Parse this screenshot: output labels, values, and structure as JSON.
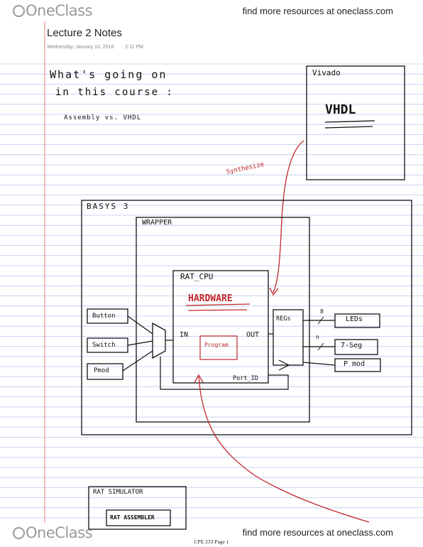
{
  "header": {
    "logo_text": "OneClass",
    "resources_text": "find more resources at oneclass.com"
  },
  "note": {
    "title": "Lecture 2 Notes",
    "date": "Wednesday, January 10, 2018",
    "time": "2:11 PM"
  },
  "handwriting": {
    "line1": "What's going on",
    "line2": "in this course :",
    "line3": "Assembly vs. VHDL",
    "vivado": "Vivado",
    "vhdl": "VHDL",
    "synthesize": "Synthesize",
    "basys": "BASYS 3",
    "wrapper": "WRAPPER",
    "rat_cpu": "RAT_CPU",
    "hardware": "HARDWARE",
    "in": "IN",
    "out": "OUT",
    "program": "Program",
    "port_id": "Port_ID",
    "regs": "REGs",
    "button": "Button",
    "switch": "Switch",
    "pmod_left": "Pmod",
    "leds": "LEDs",
    "seg": "7-Seg",
    "pmod_right": "P mod",
    "bus8": "8",
    "bus_n": "n",
    "rat_simulator": "RAT SIMULATOR",
    "rat_assembler": "RAT ASSEMBLER"
  },
  "footer": {
    "logo_text": "OneClass",
    "page_label": "CPE 233 Page 1",
    "resources_text": "find more resources at oneclass.com"
  },
  "colors": {
    "rule_blue": "#b9c9ee",
    "margin_red": "#e07b7b",
    "ink": "#111111",
    "red_ink": "#c0272d"
  }
}
